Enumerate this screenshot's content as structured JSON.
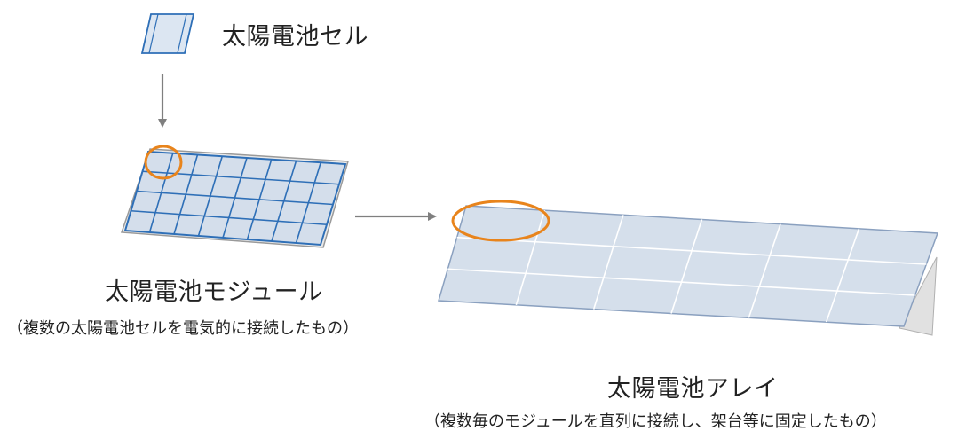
{
  "cell": {
    "label": "太陽電池セル"
  },
  "module": {
    "label": "太陽電池モジュール",
    "description": "（複数の太陽電池セルを電気的に接続したもの）",
    "grid": {
      "rows": 4,
      "cols": 8
    }
  },
  "array": {
    "label": "太陽電池アレイ",
    "description": "（複数毎のモジュールを直列に接続し、架台等に固定したもの）",
    "grid": {
      "rows": 3,
      "cols": 6
    }
  },
  "colors": {
    "cell_fill": "#dce6f2",
    "cell_line": "#2e6fb7",
    "module_fill": "#d4deeb",
    "array_fill": "#d5dfeb",
    "array_line": "#ffffff",
    "highlight_ring": "#e8841c",
    "arrow": "#7f7f7f"
  }
}
